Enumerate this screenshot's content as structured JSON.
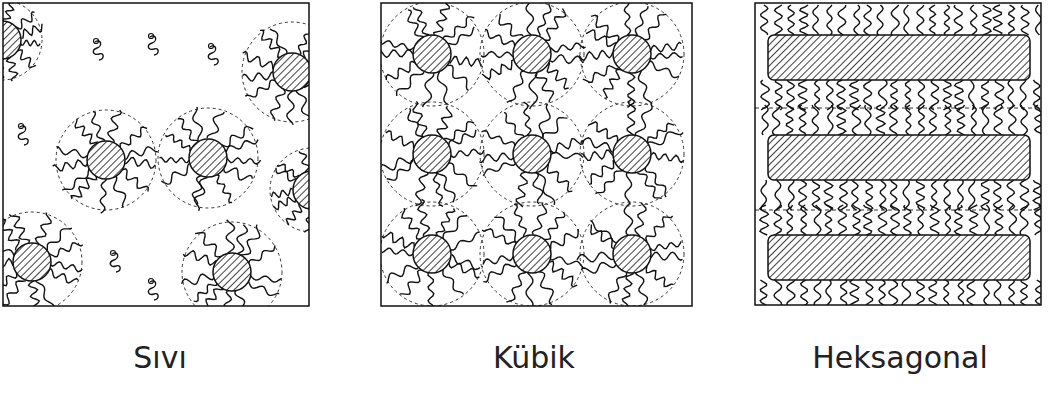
{
  "diagram": {
    "labels": [
      "Sıvı",
      "Kübik",
      "Heksagonal"
    ]
  }
}
